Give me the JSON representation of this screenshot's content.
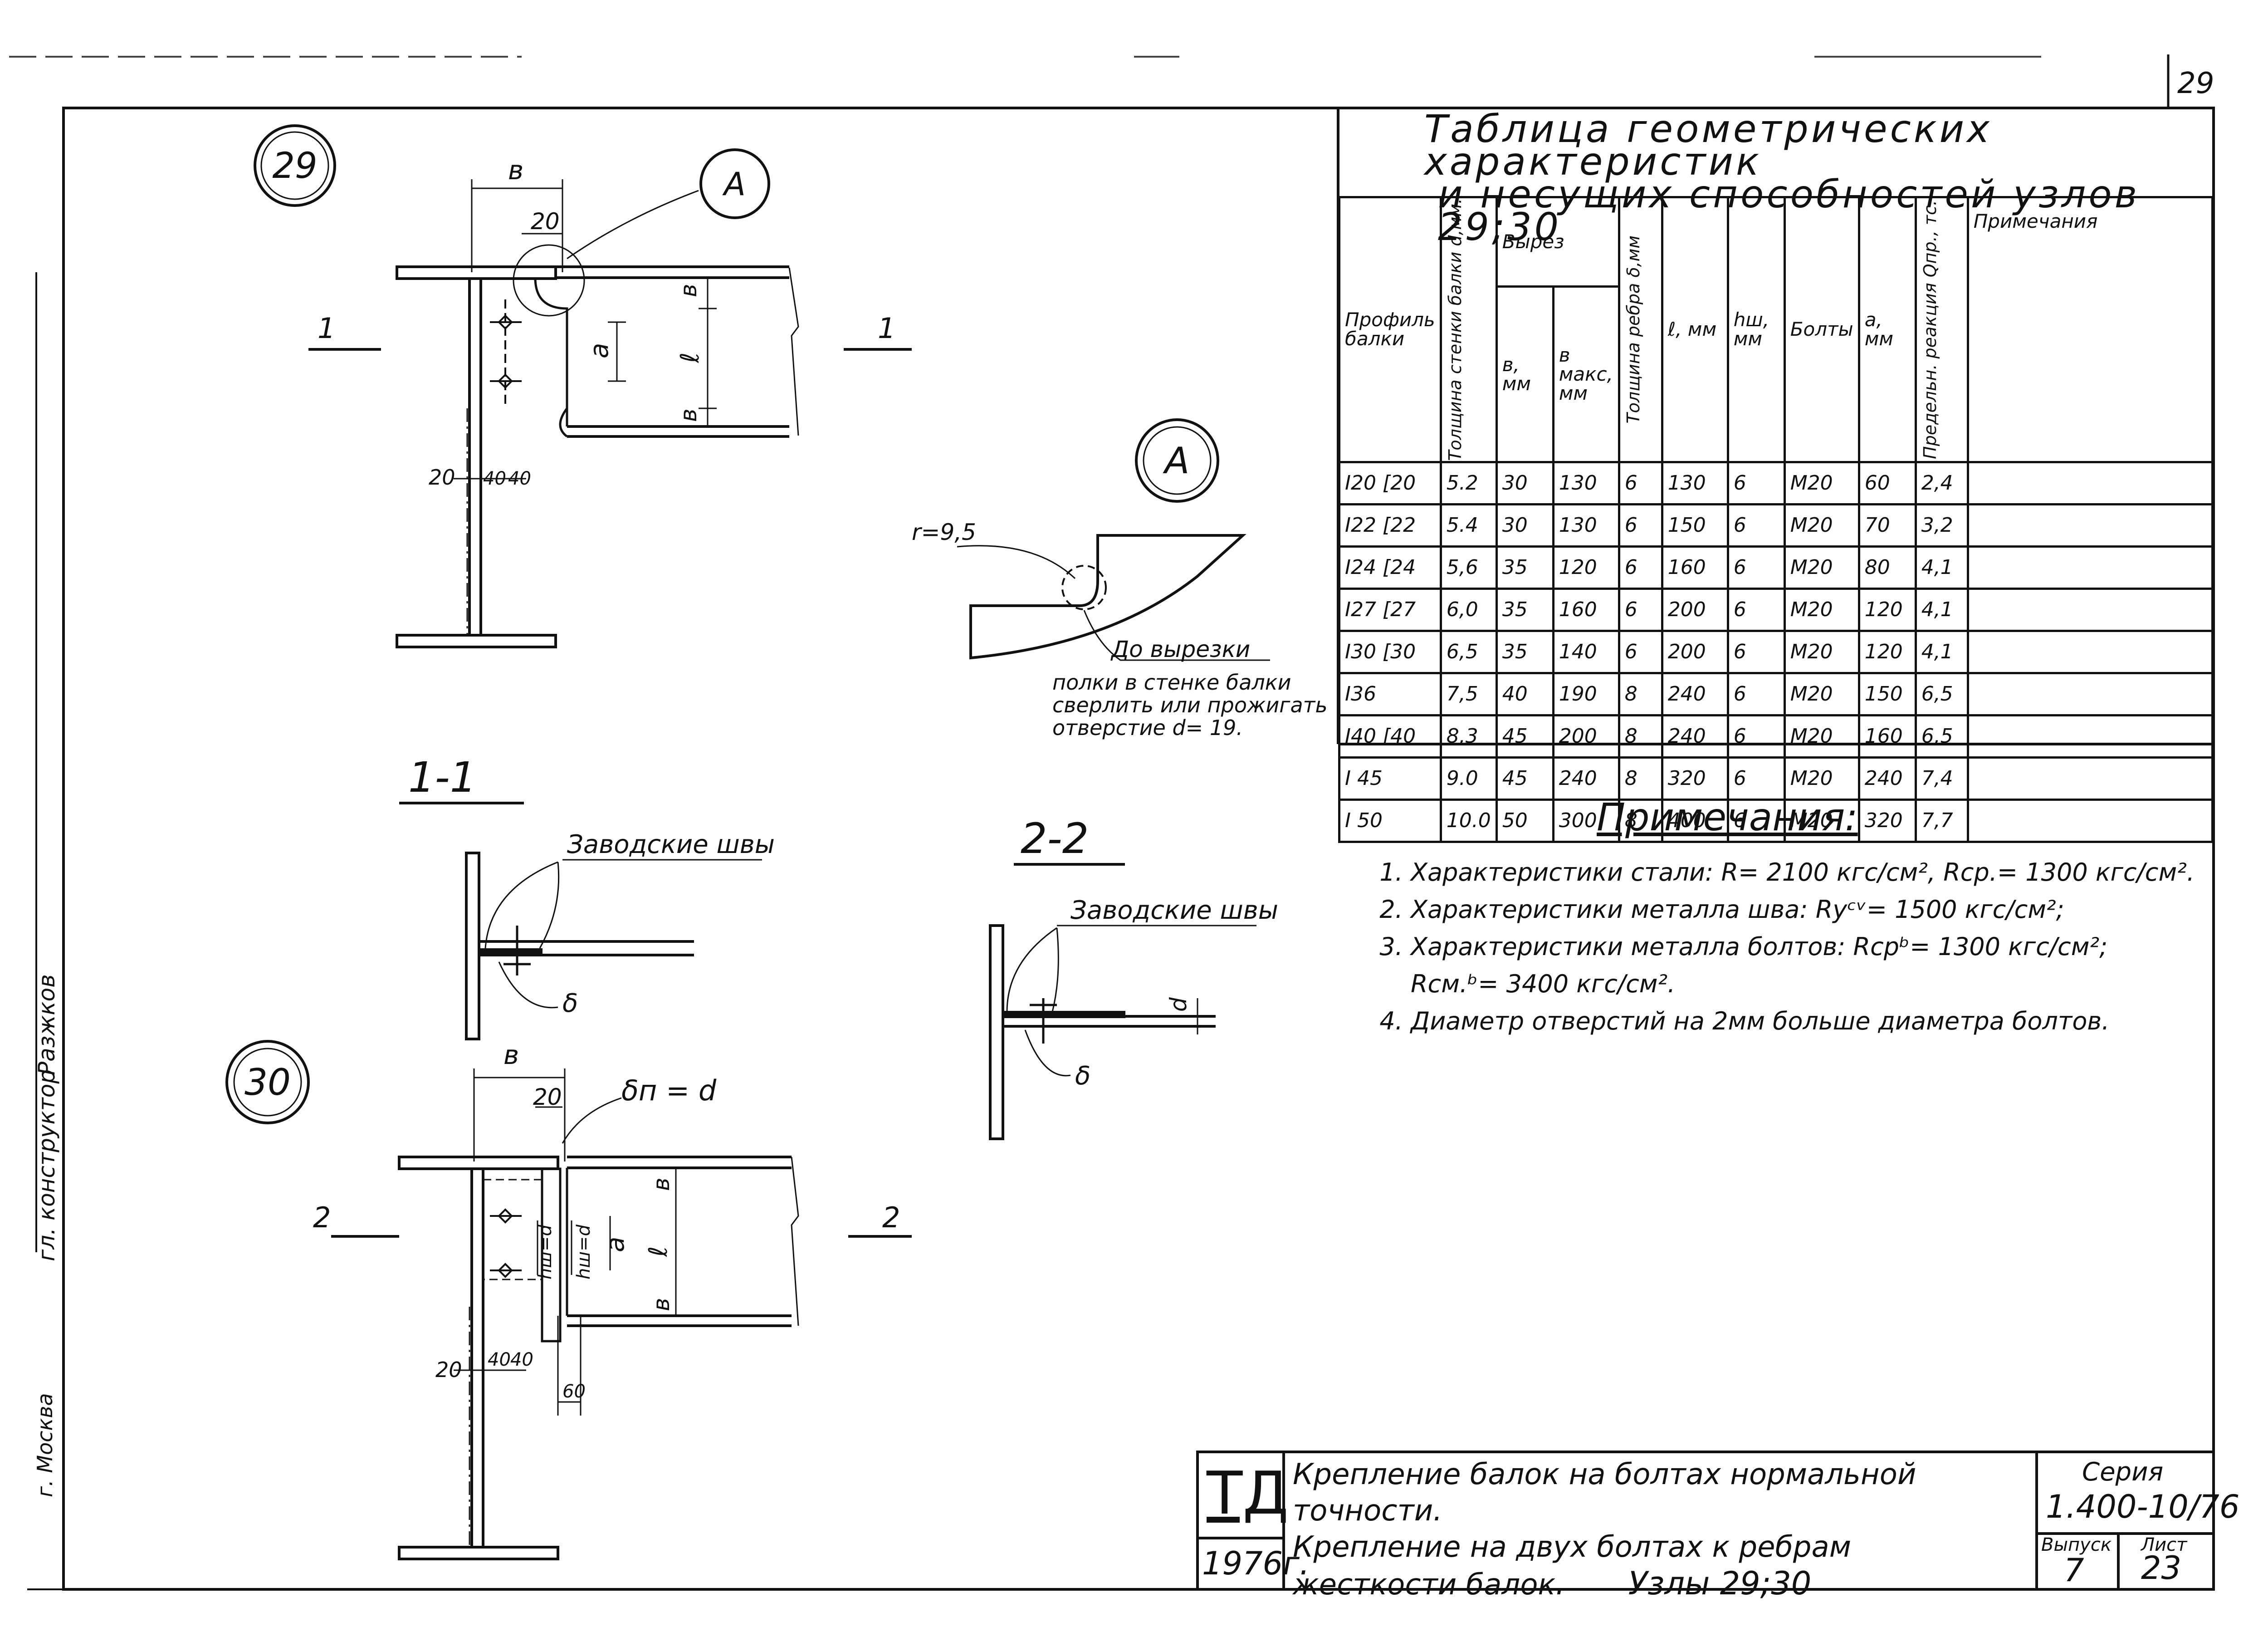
{
  "sheet_number_corner": "29",
  "node_labels": {
    "node_29": "29",
    "node_30": "30",
    "detail_callout": "А",
    "detail_title": "А"
  },
  "section_marks": {
    "s1_left": "1",
    "s1_right": "1",
    "s2_left": "2",
    "s2_right": "2"
  },
  "section_titles": {
    "section_1": "1-1",
    "section_2": "2-2"
  },
  "dims_29": {
    "b": "в",
    "d20_top": "20",
    "bb_top": "в",
    "a": "а",
    "l": "ℓ",
    "bb_bot": "в",
    "d20_left": "20",
    "d40a": "40",
    "d40b": "40"
  },
  "dims_30": {
    "b": "в",
    "d20_top": "20",
    "delta": "δп = d",
    "hw1": "hш=d",
    "hw2": "hш=d",
    "a": "а",
    "l": "ℓ",
    "bb_top": "в",
    "bb_bot": "в",
    "d20_left": "20",
    "d40a": "40",
    "d40b": "40",
    "d60": "60"
  },
  "detail_a": {
    "radius": "r=9,5",
    "note": [
      "До вырезки",
      "полки в стенке балки",
      "сверлить или прожигать",
      "отверстие d= 19."
    ]
  },
  "welds_label": "Заводские швы",
  "delta_label": "δ",
  "d_label": "d",
  "table": {
    "title_line1": "Таблица    геометрических    характеристик",
    "title_line2": "и несущих     способностей  узлов 29;30",
    "head": {
      "profile": "Профиль балки",
      "thickness": "Толщина стенки балки d,мм.",
      "cut": "Вырез",
      "b": "в, мм",
      "bmax": "в макс, мм",
      "rib": "Толщина ребра δ,мм",
      "l": "ℓ, мм",
      "hw": "hш, мм",
      "bolts": "Болты",
      "a": "а, мм",
      "reaction": "Предельн. реакция Qпр., тс.",
      "notes": "Примечания"
    },
    "rows": [
      [
        "I20 [20",
        "5.2",
        "30",
        "130",
        "6",
        "130",
        "6",
        "М20",
        "60",
        "2,4",
        ""
      ],
      [
        "I22 [22",
        "5.4",
        "30",
        "130",
        "6",
        "150",
        "6",
        "М20",
        "70",
        "3,2",
        ""
      ],
      [
        "I24 [24",
        "5,6",
        "35",
        "120",
        "6",
        "160",
        "6",
        "М20",
        "80",
        "4,1",
        ""
      ],
      [
        "I27 [27",
        "6,0",
        "35",
        "160",
        "6",
        "200",
        "6",
        "М20",
        "120",
        "4,1",
        ""
      ],
      [
        "I30 [30",
        "6,5",
        "35",
        "140",
        "6",
        "200",
        "6",
        "М20",
        "120",
        "4,1",
        ""
      ],
      [
        "I36",
        "7,5",
        "40",
        "190",
        "8",
        "240",
        "6",
        "М20",
        "150",
        "6,5",
        ""
      ],
      [
        "I40 [40",
        "8,3",
        "45",
        "200",
        "8",
        "240",
        "6",
        "М20",
        "160",
        "6,5",
        ""
      ],
      [
        "I 45",
        "9.0",
        "45",
        "240",
        "8",
        "320",
        "6",
        "М20",
        "240",
        "7,4",
        ""
      ],
      [
        "I 50",
        "10.0",
        "50",
        "300",
        "8",
        "400",
        "6",
        "М20",
        "320",
        "7,7",
        ""
      ]
    ]
  },
  "notes": {
    "heading": "Примечания:",
    "items": [
      "Характеристики стали: R= 2100 кгс/см², Rср.= 1300 кгс/см².",
      "Характеристики металла шва: Rуᶜᵛ= 1500 кгс/см²;",
      "Характеристики металла болтов: Rсрᵇ= 1300 кгс/см²; Rсм.ᵇ= 3400 кгс/см².",
      "Диаметр отверстий на 2мм больше диаметра болтов."
    ]
  },
  "title_block": {
    "logo": "ТД",
    "year": "1976г.",
    "title_line1": "Крепление балок на болтах нормальной точности.",
    "title_line2": "Крепление на двух болтах к ребрам",
    "title_line3": "жесткости балок.",
    "nodes": "Узлы 29;30",
    "series_label": "Серия",
    "series_value": "1.400-10/76",
    "issue_label": "Выпуск",
    "issue_value": "7",
    "sheet_label": "Лист",
    "sheet_value": "23"
  },
  "side_stamp": {
    "city": "г. Москва",
    "role": "гл. конструктор",
    "name": "Разжков"
  }
}
